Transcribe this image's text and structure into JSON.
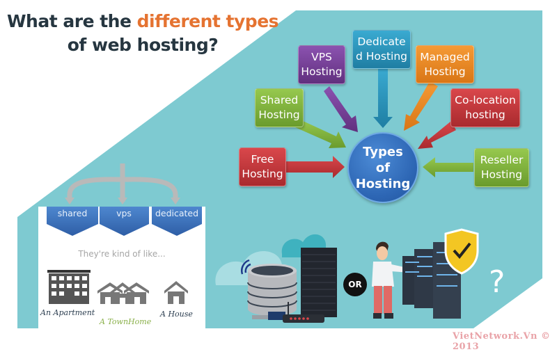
{
  "title": {
    "line1_prefix": "What are the ",
    "line1_highlight": "different types",
    "line2": "of web hosting?"
  },
  "colors": {
    "background_teal": "#7ecad1",
    "title_dark": "#263640",
    "title_highlight": "#e57331",
    "center_blue": "#2d66b4"
  },
  "diagram": {
    "center": {
      "line1": "Types",
      "line2": "of",
      "line3": "Hosting"
    },
    "nodes": [
      {
        "id": "free",
        "line1": "Free",
        "line2": "Hosting",
        "color": "#c8363a"
      },
      {
        "id": "shared",
        "line1": "Shared",
        "line2": "Hosting",
        "color": "#7fb33a"
      },
      {
        "id": "vps",
        "line1": "VPS",
        "line2": "Hosting",
        "color": "#7a3f9c"
      },
      {
        "id": "dedicated",
        "line1": "Dedicate",
        "line2": "d Hosting",
        "color": "#2a9bc2"
      },
      {
        "id": "managed",
        "line1": "Managed",
        "line2": "Hosting",
        "color": "#ee8a22"
      },
      {
        "id": "colocation",
        "line1": "Co-location",
        "line2": "hosting",
        "color": "#c8363a"
      },
      {
        "id": "reseller",
        "line1": "Reseller",
        "line2": "Hosting",
        "color": "#7fb33a"
      }
    ]
  },
  "comparison": {
    "tiers": [
      "shared",
      "vps",
      "dedicated"
    ],
    "subtitle": "They're kind of like...",
    "analogies": [
      {
        "label": "An Apartment",
        "color": "#2c3e50"
      },
      {
        "label": "A TownHome",
        "color": "#8ab04a"
      },
      {
        "label": "A House",
        "color": "#2c3e50"
      }
    ]
  },
  "illustration": {
    "or_label": "OR",
    "question_mark": "?"
  },
  "watermark": "VietNetwork.Vn © 2013"
}
